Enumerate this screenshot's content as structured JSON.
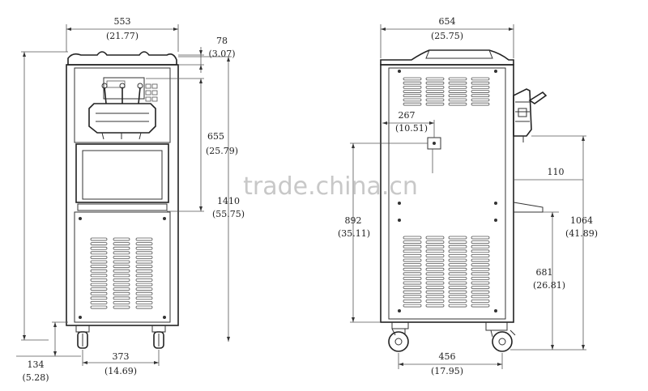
{
  "watermark": "trade.china.cn",
  "front_view": {
    "width_mm": "553",
    "width_in": "(21.77)",
    "top_mm": "78",
    "top_in": "(3.07)",
    "dispense_height_mm": "655",
    "dispense_height_in": "(25.79)",
    "total_height_mm": "1410",
    "total_height_in": "(55.75)",
    "base_height_mm": "134",
    "base_height_in": "(5.28)",
    "caster_span_mm": "373",
    "caster_span_in": "(14.69)"
  },
  "side_view": {
    "depth_mm": "654",
    "depth_in": "(25.75)",
    "panel_offset_mm": "267",
    "panel_offset_in": "(10.51)",
    "body_height_mm": "892",
    "body_height_in": "(35.11)",
    "tray_offset_mm": "110",
    "spout_height_mm": "1064",
    "spout_height_in": "(41.89)",
    "tray_height_mm": "681",
    "tray_height_in": "(26.81)",
    "caster_span_mm": "456",
    "caster_span_in": "(17.95)"
  }
}
